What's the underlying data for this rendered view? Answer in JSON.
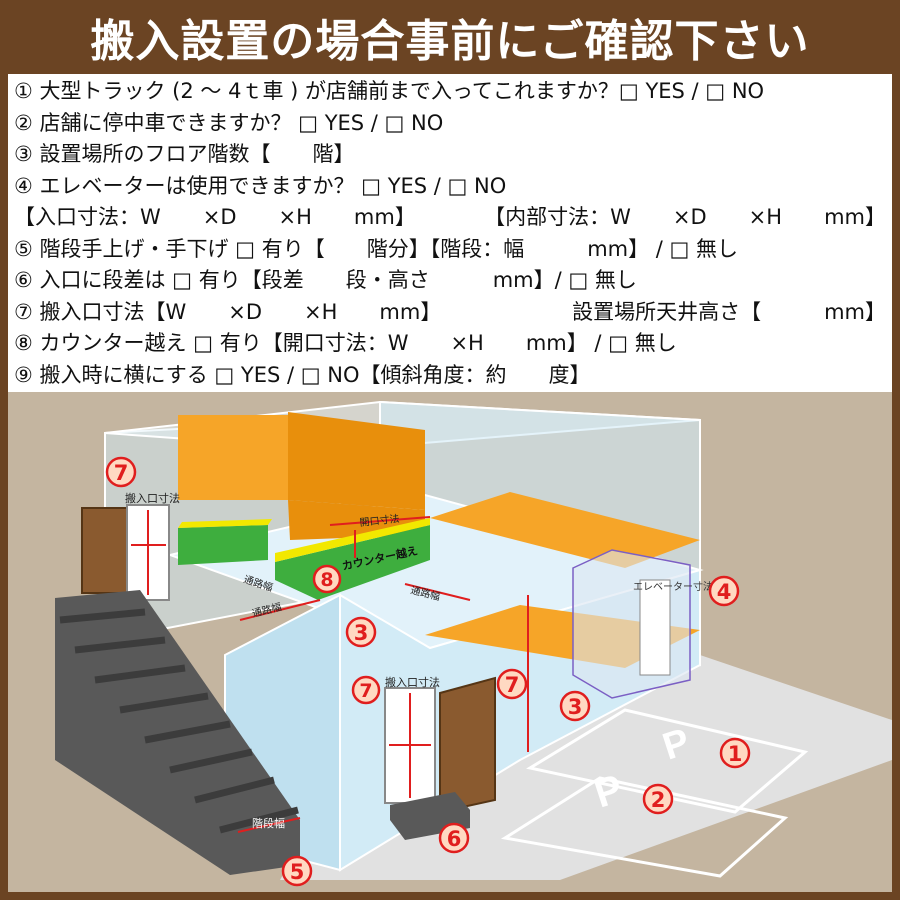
{
  "title": "搬入設置の場合事前にご確認下さい",
  "checklist": {
    "q1": "① 大型トラック (2 ～ 4ｔ車 ) が店舗前まで入ってこれますか？□ YES / □ NO",
    "q2": "② 店舗に停中車できますか？ □ YES / □ NO",
    "q3": "③ 設置場所のフロア階数【　　階】",
    "q4": "④ エレベーターは使用できますか？ □ YES / □ NO",
    "q4_entrance": "【入口寸法：W　　×D　　×H　　mm】",
    "q4_interior": "【内部寸法：W　　×D　　×H　　mm】",
    "q5": "⑤ 階段手上げ・手下げ □ 有り【　　階分】【階段：幅　　　mm】 / □ 無し",
    "q6": "⑥ 入口に段差は □ 有り【段差　　段・高さ　　　mm】/ □ 無し",
    "q7_entry": "⑦ 搬入口寸法【W　　×D　　×H　　mm】",
    "q7_ceiling": "設置場所天井高さ【　　　mm】",
    "q8": "⑧ カウンター越え □ 有り【開口寸法：W　　×H　　mm】 / □ 無し",
    "q9": "⑨ 搬入時に横にする □ YES / □ NO【傾斜角度：約　　度】"
  },
  "diagram": {
    "labels": {
      "entry_size_top": "搬入口寸法",
      "entry_size_bottom": "搬入口寸法",
      "opening_size": "開口寸法",
      "counter_crossing": "カウンター越え",
      "passage_width_1": "通路幅",
      "passage_width_2": "通路幅",
      "passage_width_3": "通路幅",
      "elevator_size": "エレベーター寸法",
      "stair_width": "階段幅",
      "parking_p1": "P",
      "parking_p2": "P"
    },
    "markers": {
      "m1": "1",
      "m2": "2",
      "m3a": "3",
      "m3b": "3",
      "m4": "4",
      "m5": "5",
      "m6": "6",
      "m7a": "7",
      "m7b": "7",
      "m7c": "7",
      "m8": "8"
    }
  },
  "colors": {
    "brand_brown": "#6b4423",
    "marker_red": "#e01e1e",
    "marker_fill": "#ffd9c2",
    "floor_tan": "#c4b5a0",
    "room_blue": "#d2ebf6",
    "counter_orange": "#f6a528",
    "counter_green": "#3eae3e",
    "door_brown": "#8a5a2f",
    "stair_gray": "#595959"
  }
}
